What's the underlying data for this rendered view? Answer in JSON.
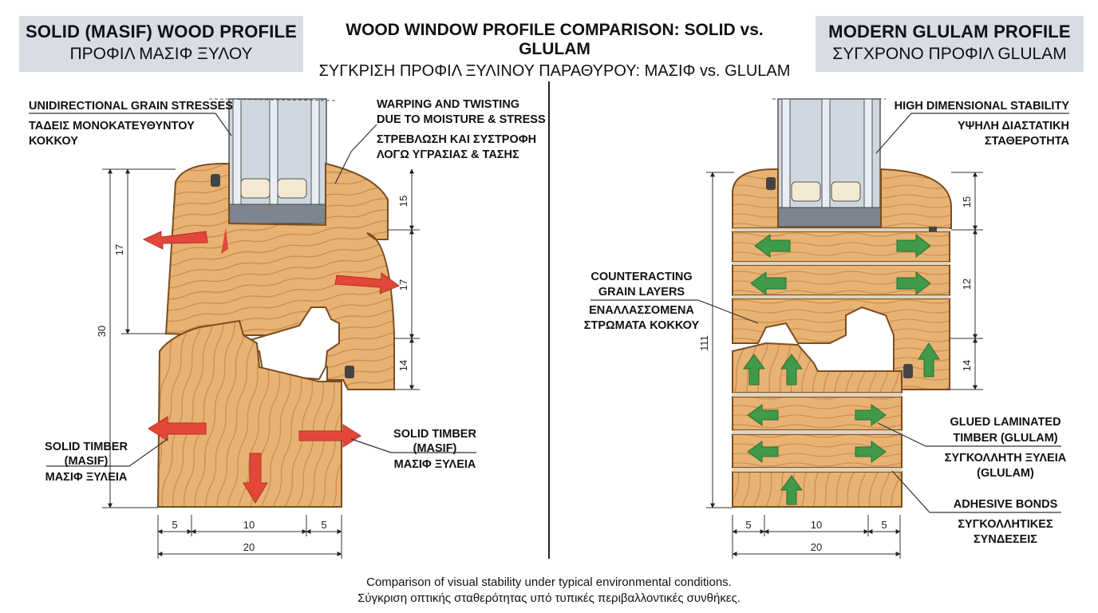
{
  "header": {
    "left": {
      "line1": "SOLID (MASIF) WOOD PROFILE",
      "line2": "ΠΡΟΦΙΛ ΜΑΣΙΦ ΞΥΛΟΥ"
    },
    "title": {
      "line1": "WOOD WINDOW PROFILE COMPARISON: SOLID vs. GLULAM",
      "line2": "ΣΥΓΚΡΙΣΗ ΠΡΟΦΙΛ ΞΥΛΙΝΟΥ ΠΑΡΑΘΥΡΟΥ: ΜΑΣΙΦ vs. GLULAM"
    },
    "right": {
      "line1": "MODERN GLULAM PROFILE",
      "line2": "ΣΥΓΧΡΟΝΟ ΠΡΟΦΙΛ GLULAM"
    }
  },
  "left_callouts": {
    "grain_en": "UNIDIRECTIONAL GRAIN STRESSES",
    "grain_gr1": "ΤΑΔΕΙΣ ΜΟΝΟΚΑΤΕΥΘΥΝΤΟΥ",
    "grain_gr2": "ΚΟΚΚΟΥ",
    "warp_en1": "WARPING AND TWISTING",
    "warp_en2": "DUE TO MOISTURE & STRESS",
    "warp_gr1": "ΣΤΡΕΒΛΩΣΗ ΚΑΙ ΣΥΣΤΡΟΦΗ",
    "warp_gr2": "ΛΟΓΩ ΥΓΡΑΣΙΑΣ & ΤΑΣΗΣ",
    "solid_left_en1": "SOLID TIMBER",
    "solid_left_en2": "(MASIF)",
    "solid_left_gr": "ΜΑΣΙΦ ΞΥΛΕΙΑ",
    "solid_right_en1": "SOLID TIMBER",
    "solid_right_en2": "(MASIF)",
    "solid_right_gr": "ΜΑΣΙΦ ΞΥΛΕΙΑ"
  },
  "right_callouts": {
    "stab_en": "HIGH DIMENSIONAL STABILITY",
    "stab_gr1": "ΥΨΗΛΗ ΔΙΑΣΤΑΤΙΚΗ",
    "stab_gr2": "ΣΤΑΘΕΡΟΤΗΤΑ",
    "counter_en1": "COUNTERACTING",
    "counter_en2": "GRAIN LAYERS",
    "counter_gr1": "ΕΝΑΛΛΑΣΣΟΜΕΝΑ",
    "counter_gr2": "ΣΤΡΩΜΑΤΑ ΚΟΚΚΟΥ",
    "glulam_en1": "GLUED LAMINATED",
    "glulam_en2": "TIMBER (GLULAM)",
    "glulam_gr1": "ΣΥΓΚΟΛΛΗΤΗ ΞΥΛΕΙΑ",
    "glulam_gr2": "(GLULAM)",
    "adhesive_en": "ADHESIVE BONDS",
    "adhesive_gr1": "ΣΥΓΚΟΛΛΗΤΙΚΕΣ",
    "adhesive_gr2": "ΣΥΝΔΕΣΕΙΣ"
  },
  "dimensions": {
    "left": {
      "total_height": "30",
      "sash_height": "17",
      "top": "15",
      "middle": "17",
      "bottom": "14",
      "w_left": "5",
      "w_mid": "10",
      "w_right": "5",
      "w_total": "20"
    },
    "right": {
      "total_height": "111",
      "top": "15",
      "middle": "12",
      "bottom": "14",
      "w_left": "5",
      "w_mid": "10",
      "w_right": "5",
      "w_total": "20"
    }
  },
  "footer": {
    "line1": "Comparison of visual stability under typical environmental conditions.",
    "line2": "Σύγκριση οπτικής σταθερότητας υπό τυπικές περιβαλλοντικές συνθήκες."
  },
  "colors": {
    "wood": "#e8b272",
    "wood_dark": "#b8793c",
    "grain": "#c98a4c",
    "glass": "#cfd8e0",
    "spacer": "#7d8590",
    "red_arrow": "#e2473a",
    "green_arrow": "#3f9a4a",
    "header_bg": "#d8dde4",
    "glue_line": "#ddd3bd"
  }
}
